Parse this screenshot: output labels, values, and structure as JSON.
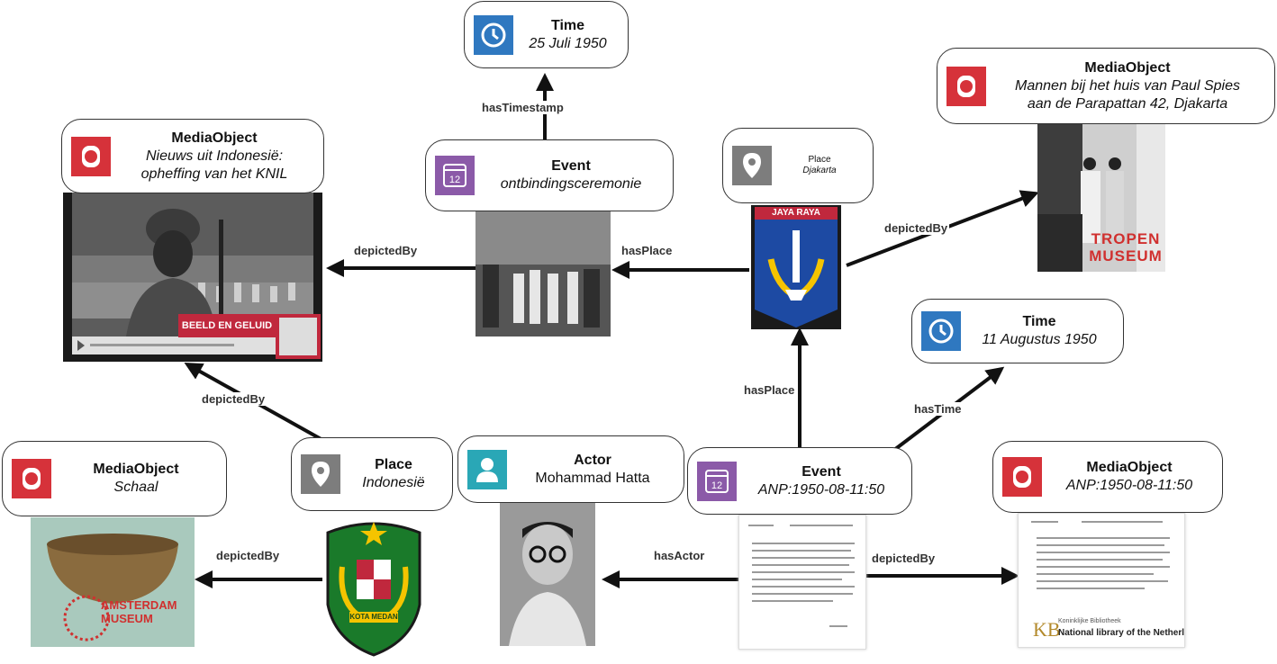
{
  "nodes": {
    "time1": {
      "type": "Time",
      "label": "25 Juli 1950"
    },
    "media1": {
      "type": "MediaObject",
      "label": "Nieuws uit Indonesië:\nopheffing van het KNIL"
    },
    "event1": {
      "type": "Event",
      "label": "ontbindingsceremonie"
    },
    "place1": {
      "type": "Place",
      "label": "Djakarta"
    },
    "media2": {
      "type": "MediaObject",
      "label": "Mannen bij het huis van Paul Spies\naan de Parapattan 42, Djakarta"
    },
    "time2": {
      "type": "Time",
      "label": "11 Augustus 1950"
    },
    "media3": {
      "type": "MediaObject",
      "label": "Schaal"
    },
    "place2": {
      "type": "Place",
      "label": "Indonesië"
    },
    "actor1": {
      "type": "Actor",
      "label": "Mohammad Hatta"
    },
    "event2": {
      "type": "Event",
      "label": "ANP:1950-08-11:50"
    },
    "media4": {
      "type": "MediaObject",
      "label": "ANP:1950-08-11:50"
    }
  },
  "edges": {
    "hasTimestamp": "hasTimestamp",
    "depictedBy_event1": "depictedBy",
    "hasPlace_event1": "hasPlace",
    "depictedBy_place1": "depictedBy",
    "depictedBy_place2_media1": "depictedBy",
    "hasPlace_event2": "hasPlace",
    "hasTime": "hasTime",
    "depictedBy_place2_media3": "depictedBy",
    "hasActor": "hasActor",
    "depictedBy_event2": "depictedBy"
  },
  "images": {
    "beeld_logo": "BEELD EN GELUID",
    "jaya_raya": "JAYA RAYA",
    "tropen_logo": "TROPEN\nMUSEUM",
    "amsterdam_logo": "AMSTERDAM\nMUSEUM",
    "kota_medan": "KOTA MEDAN",
    "kb_logo": "KB",
    "kb_text1": "Koninklijke Bibliotheek",
    "kb_text2": "National library of the Netherlands",
    "calendar_day": "12"
  },
  "colors": {
    "media": "#d6323a",
    "time": "#2f78c0",
    "event": "#8b5aa8",
    "place": "#7d7d7d",
    "actor": "#2aa7b6"
  }
}
